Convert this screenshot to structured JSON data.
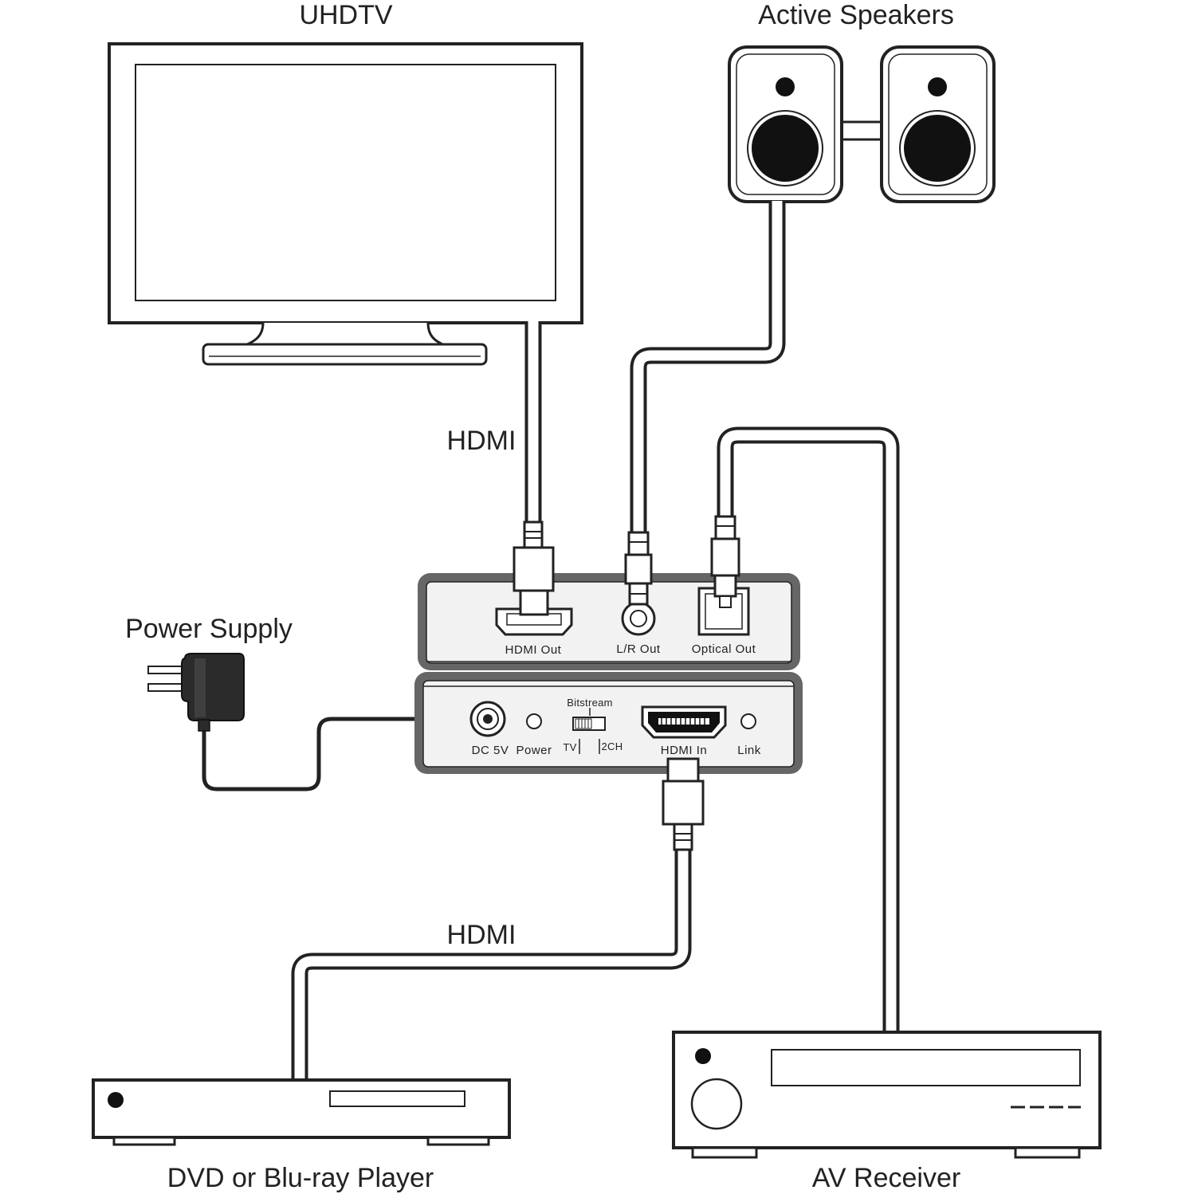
{
  "labels": {
    "tv": "UHDTV",
    "speakers": "Active Speakers",
    "power_supply": "Power Supply",
    "hdmi_top": "HDMI",
    "hdmi_bottom": "HDMI",
    "player": "DVD or Blu-ray Player",
    "receiver": "AV Receiver"
  },
  "device": {
    "top_ports": {
      "hdmi_out": "HDMI Out",
      "lr_out": "L/R Out",
      "optical_out": "Optical Out"
    },
    "front": {
      "dc": "DC 5V",
      "power": "Power",
      "bitstream": "Bitstream",
      "tv": "TV",
      "two_ch": "2CH",
      "hdmi_in": "HDMI In",
      "link": "Link"
    }
  },
  "colors": {
    "line": "#222222",
    "device_frame": "#666666",
    "device_face": "#f2f2f2",
    "speaker_cone": "#111111",
    "adapter": "#2b2b2b"
  }
}
